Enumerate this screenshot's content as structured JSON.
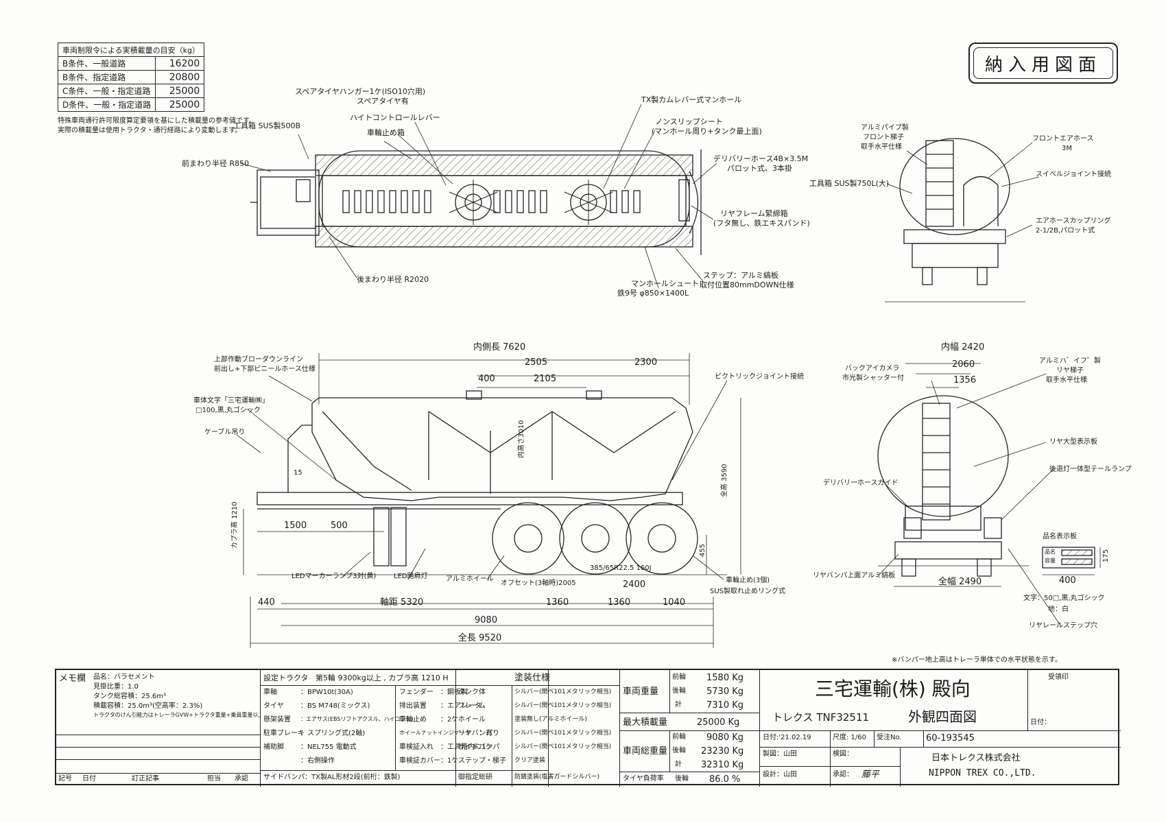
{
  "stamp": "納入用図面",
  "load_table": {
    "header": "車両制限令による実積載量の目安（kg）",
    "rows": [
      {
        "label": "B条件、一般道路",
        "value": "16200"
      },
      {
        "label": "B条件、指定道路",
        "value": "20800"
      },
      {
        "label": "C条件、一般・指定道路",
        "value": "25000"
      },
      {
        "label": "D条件、一般・指定道路",
        "value": "25000"
      }
    ],
    "note1": "特殊車両通行許可限度算定要領を基にした積載量の参考値です。",
    "note2": "実際の積載量は使用トラクタ・通行経路により変動します。"
  },
  "top_view_labels": {
    "toolbox_front": "工具箱 SUS製500B",
    "spare_tire_hanger": "スペアタイヤハンガー1ケ(ISO10穴用)",
    "spare_tire": "スペアタイヤ有",
    "height_control": "ハイトコントロールレバー",
    "wheel_chock": "車輪止め箱",
    "manhole_lever": "TX製カムレバー式マンホール",
    "nonslip": "ノンスリップシート",
    "nonslip_detail": "(マンホール周り+タンク最上面)",
    "delivery_hose": "デリバリーホース4B×3.5M",
    "delivery_hose_2": "パロット式、3本掛",
    "rear_frame": "リヤフレーム緊締箱",
    "rear_frame_2": "(フタ無し、鉄エキスパンド)",
    "step": "ステップ：アルミ縞板",
    "step_2": "取付位置80mmDOWN仕様",
    "manhole_chute": "マンホールシュート",
    "manhole_chute_2": "鉄9号 φ850×1400L",
    "front_radius": "前まわり半径 R850",
    "rear_radius": "後まわり半径 R2020"
  },
  "side_view_labels": {
    "inner_length": "内側長 7620",
    "d2505": "2505",
    "d2300": "2300",
    "d400": "400",
    "d2105": "2105",
    "blower_line": "上部作動ブローダウンライン",
    "blower_line_2": "前出し+下部ビニールホース仕様",
    "car_text": "車体文字「三宅運輸㈱」",
    "car_text_2": "□100,黒,丸ゴシック",
    "cable": "ケーブル吊り",
    "victaulic": "ビクトリックジョイント接続",
    "inner_height": "内高さ3010",
    "overall_height": "全高 3590",
    "coupler_height": "カプラ高 1210",
    "d1500": "1500",
    "d500": "500",
    "d15": "15",
    "led_marker": "LEDマーカーランプ3対(黄)",
    "led_side": "LED路肩灯",
    "alu_wheel": "アルミホイール",
    "offset": "オフセット(3軸時)2005",
    "tire": "385/65R22.5 160J",
    "d2400": "2400",
    "d455": "455",
    "wheel_chock": "車輪止め(3個)",
    "wheel_chock_2": "SUS製取れ止めリング式",
    "d440": "440",
    "wheelbase": "軸距 5320",
    "d1360a": "1360",
    "d1360b": "1360",
    "d1040": "1040",
    "d9080": "9080",
    "overall_length": "全長 9520"
  },
  "front_view_labels": {
    "alu_pipe_ladder": "アルミパイプ製",
    "alu_pipe_ladder_2": "フロント梯子",
    "alu_pipe_ladder_3": "取手水平仕様",
    "front_air_hose": "フロントエアホース",
    "front_air_hose_2": "3M",
    "swivel": "スイベルジョイント接続",
    "toolbox": "工具箱 SUS製750L(大)",
    "coupling": "エアホースカップリング",
    "coupling_2": "2-1/2B,パロット式"
  },
  "rear_view_labels": {
    "inner_width": "内幅 2420",
    "d2060": "2060",
    "d1356": "1356",
    "back_camera": "バックアイカメラ",
    "back_camera_2": "市光製シャッター付",
    "alu_ladder": "アルミハ゛イフ゜製",
    "alu_ladder_2": "リヤ梯子",
    "alu_ladder_3": "取手水平仕様",
    "rear_sign": "リヤ大型表示板",
    "tail_lamp": "後退灯一体型テールランプ",
    "hose_guide": "デリバリーホースガイド",
    "bumper": "リヤバンパ上面アルミ縞板",
    "overall_width": "全幅 2490",
    "name_plate": "品名表示板",
    "plate_item1": "品名",
    "plate_item2": "容量",
    "plate_w": "400",
    "plate_h": "175",
    "letters": "文字：50□,黒,丸ゴシック",
    "ground": "地：白",
    "rear_step": "リヤレールステップ穴",
    "bumper_note": "※バンパー地上高はトレーラ単体での水平状態を示す。"
  },
  "title_block": {
    "memo_title": "メモ欄",
    "memo_lines": [
      "品名：バラセメント",
      "見掛比重：1.0",
      "タンク総容積：25.6m³",
      "積載容積：25.0m³(空高率：2.3%)",
      "トラクタのけん引能力はトレーラGVW+トラクタ重量+乗員重量以上のこと"
    ],
    "rev_headers": [
      "記号",
      "日付",
      "訂正記事",
      "担当",
      "承認"
    ],
    "tractor_label": "設定トラクタ",
    "tractor_value": "第5輪 9300kg以上 , カプラ高 1210 H",
    "spec_rows": [
      {
        "k": "車軸",
        "v": "：BPW10t(30A)"
      },
      {
        "k": "タイヤ",
        "v": "：BS M748(ミックス)"
      },
      {
        "k": "懸架装置",
        "v": "：エアサス(EBSリフトアクスル、ハイコン付)"
      },
      {
        "k": "駐車ブレーキ",
        "v": "：スプリング式(2軸)"
      },
      {
        "k": "補助脚",
        "v": "：NEL755 電動式"
      },
      {
        "k": "",
        "v": "：右側操作"
      },
      {
        "k": "サイドバンパ",
        "v": "：TX製AL形材2段(前桁：鉄製)"
      }
    ],
    "spec_rows_b": [
      {
        "k": "フェンダー",
        "v": "：鋼板製"
      },
      {
        "k": "排出装置",
        "v": "：エアレータ"
      },
      {
        "k": "車輪止め",
        "v": "：2ケ"
      },
      {
        "k": "ホイールナットインジケータ",
        "v": "：有り"
      },
      {
        "k": "車検証入れ",
        "v": "：工具箱内に1ケ"
      },
      {
        "k": "車検証カバー",
        "v": "：1ケ"
      }
    ],
    "paint_title": "塗装仕様",
    "paint_rows": [
      {
        "k": "タンク体",
        "v": "シルバー(関ペ101メタリック相当)"
      },
      {
        "k": "フレーム",
        "v": "シルバー(関ペ101メタリック相当)"
      },
      {
        "k": "ホイール",
        "v": "塗装無し(アルミホイール)"
      },
      {
        "k": "リヤバンパ",
        "v": "シルバー(関ペ101メタリック相当)"
      },
      {
        "k": "サイドバンパ",
        "v": "シルバー(関ペ101メタリック相当)"
      },
      {
        "k": "ステップ・梯子",
        "v": "クリア塗装"
      },
      {
        "k": "御指定総研",
        "v": "防錆塗装(塩害ガードシルバー)"
      }
    ],
    "weight_vehicle": "車両重量",
    "weight_gross": "車両総重量",
    "max_load_label": "最大積載量",
    "max_load_value": "25000 Kg",
    "w_front": "前輪",
    "w_front_v": "1580 Kg",
    "w_rear": "後輪",
    "w_rear_v": "5730 Kg",
    "w_total": "計",
    "w_total_v": "7310 Kg",
    "g_front": "前輪",
    "g_front_v": "9080 Kg",
    "g_rear": "後輪",
    "g_rear_v": "23230 Kg",
    "g_total": "計",
    "g_total_v": "32310 Kg",
    "tire_load_label": "タイヤ負荷率",
    "tire_load_axle": "後輪",
    "tire_load_value": "86.0 %",
    "customer": "三宅運輸(株) 殿向",
    "model": "トレクス TNF32511",
    "drawing_name": "外観四面図",
    "received_label": "受領印",
    "date_label": "日付：",
    "date": "日付:'21.02.19",
    "scale": "尺度: 1/60",
    "order_label": "受注No.",
    "order_no": "60-193545",
    "drawn_by": "製図：山田",
    "checked_by": "検図：",
    "designed_by": "設計：山田",
    "approved_by": "承認：",
    "approver_sign": "藤平",
    "company_jp": "日本トレクス株式会社",
    "company_en": "NIPPON TREX CO.,LTD."
  }
}
